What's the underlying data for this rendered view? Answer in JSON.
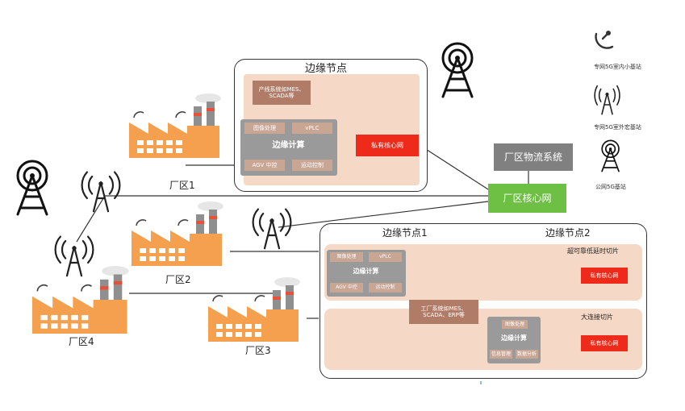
{
  "edge_node_top": {
    "title": "边缘节点",
    "mes": "产线系统如MES、SCADA等",
    "vision": "图像处理",
    "vplc": "vPLC",
    "edge_compute": "边缘计算",
    "agv": "AGV 中控",
    "motion": "运动控制",
    "core": "私有核心网"
  },
  "logistics": "厂区物流系统",
  "campus_core": "厂区核心网",
  "plants": {
    "p1": "厂区1",
    "p2": "厂区2",
    "p3": "厂区3",
    "p4": "厂区4"
  },
  "edge_bottom": {
    "title1": "边缘节点1",
    "title2": "边缘节点2",
    "urllc": "超可靠低延时切片",
    "embb": "大连接切片",
    "vision": "图像处理",
    "vplc": "vPLC",
    "edge_compute": "边缘计算",
    "agv": "AGV 中控",
    "motion": "运动控制",
    "core1": "私有核心网",
    "core2": "私有核心网",
    "factory_sys": "工厂系统如MES、SCADA、ERP等",
    "node2_top": "图像处理",
    "node2_edge": "边缘计算",
    "node2_bl": "信息管理",
    "node2_br": "数据分析"
  },
  "legend": {
    "indoor": "专网5G室内小基站",
    "outdoor": "专网5G室外宏基站",
    "public": "公网5G基站"
  },
  "colors": {
    "panel_fill": "#f6d8c6",
    "inner_fill": "#f1c8ae",
    "dark_box": "#b07c68",
    "gray_box": "#a0a0a0",
    "edge_box": "#8a8a8a",
    "core_red": "#ee2b1b",
    "green": "#6dc043",
    "logistics_gray": "#808080",
    "factory_orange": "#f5a04e"
  },
  "icons": {
    "tower_public": "public-5g-tower-icon",
    "tower_outdoor": "outdoor-5g-macro-icon",
    "tower_indoor": "indoor-5g-small-cell-icon",
    "factory": "factory-icon"
  }
}
